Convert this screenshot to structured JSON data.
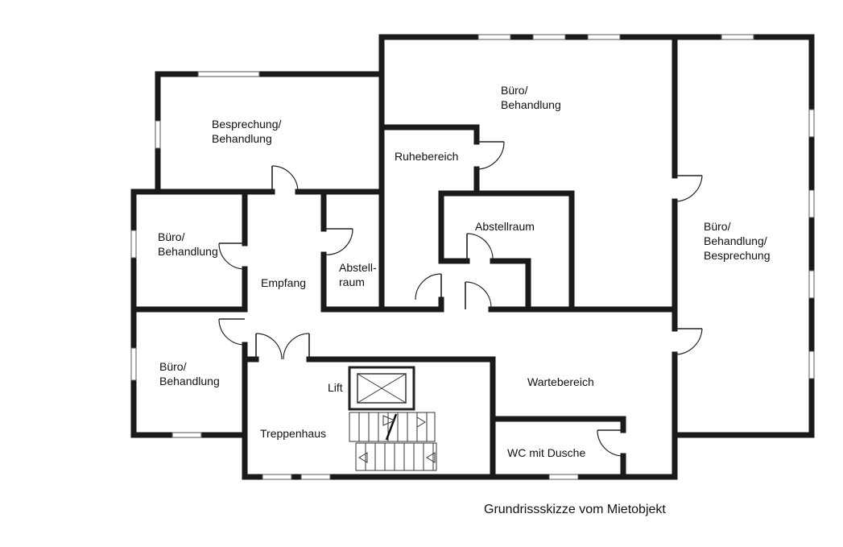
{
  "caption": "Grundrissskizze vom Mietobjekt",
  "rooms": [
    {
      "id": "besprechung-behandlung",
      "label": "Besprechung/\nBehandlung"
    },
    {
      "id": "buero-behandlung-top",
      "label": "Büro/\nBehandlung"
    },
    {
      "id": "ruhebereich",
      "label": "Ruhebereich"
    },
    {
      "id": "abstellraum-center",
      "label": "Abstellraum"
    },
    {
      "id": "buero-behandlung-besprechung",
      "label": "Büro/\nBehandlung/\nBesprechung"
    },
    {
      "id": "buero-behandlung-left-upper",
      "label": "Büro/\nBehandlung"
    },
    {
      "id": "empfang",
      "label": "Empfang"
    },
    {
      "id": "abstellraum-small",
      "label": "Abstell-\nraum"
    },
    {
      "id": "buero-behandlung-left-lower",
      "label": "Büro/\nBehandlung"
    },
    {
      "id": "lift",
      "label": "Lift"
    },
    {
      "id": "treppenhaus",
      "label": "Treppenhaus"
    },
    {
      "id": "wartebereich",
      "label": "Wartebereich"
    },
    {
      "id": "wc-mit-dusche",
      "label": "WC mit Dusche"
    }
  ],
  "colors": {
    "wall": "#1a1a1a",
    "background": "#ffffff"
  }
}
